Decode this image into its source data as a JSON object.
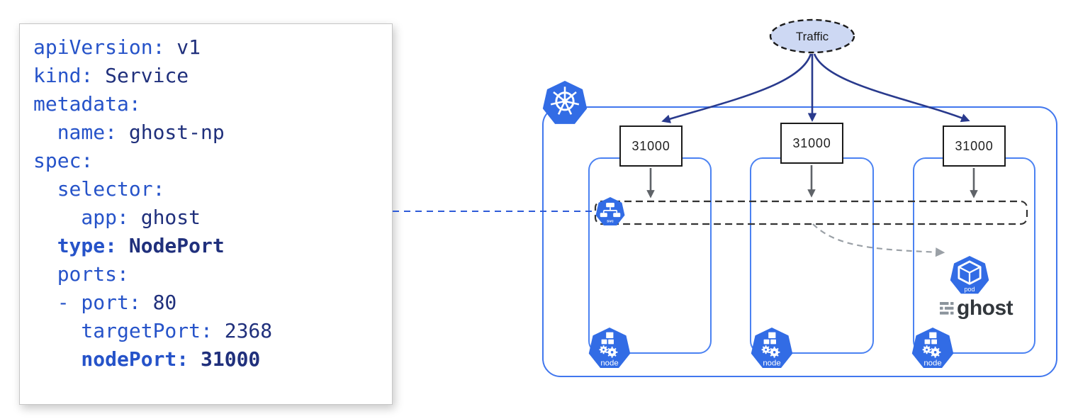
{
  "colors": {
    "k8s-blue": "#326ce5",
    "cluster-border": "#4177ee",
    "node-border": "#4b82f2",
    "arrow-navy": "#293a8d",
    "arrow-gray": "#5f6368",
    "arrow-dashed-gray": "#9aa0a6",
    "connector-blue": "#2e5bd8",
    "band-border": "#333333",
    "traffic-fill": "#cdd8f3",
    "traffic-border": "#1c1c1c",
    "port-box-border": "#1b1b1b",
    "yaml-key": "#2653c9",
    "yaml-value": "#20307c",
    "ghost-text": "#32373c",
    "ghost-icon": "#8b949c"
  },
  "yaml_panel": {
    "lines": [
      {
        "key": "apiVersion:",
        "value": "v1"
      },
      {
        "key": "kind:",
        "value": "Service"
      },
      {
        "key": "metadata:",
        "value": ""
      },
      {
        "key": "name:",
        "value": "ghost-np"
      },
      {
        "key": "spec:",
        "value": ""
      },
      {
        "key": "selector:",
        "value": ""
      },
      {
        "key": "app:",
        "value": "ghost"
      },
      {
        "key": "type:",
        "value": "NodePort"
      },
      {
        "key": "ports:",
        "value": ""
      },
      {
        "key": "- port:",
        "value": "80"
      },
      {
        "key": "targetPort:",
        "value": "2368"
      },
      {
        "key": "nodePort:",
        "value": "31000"
      }
    ]
  },
  "diagram": {
    "traffic_label": "Traffic",
    "port_labels": [
      "31000",
      "31000",
      "31000"
    ],
    "svc_label": "svc",
    "node_label": "node",
    "pod_label": "pod",
    "ghost_label": "ghost"
  }
}
